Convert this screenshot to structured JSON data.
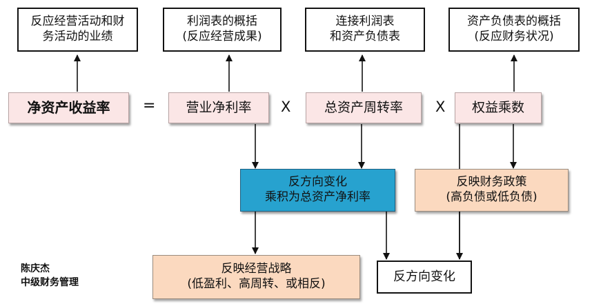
{
  "top_boxes": {
    "roe_desc": [
      "反应经营活动和财",
      "务活动的业绩"
    ],
    "margin_desc": [
      "利润表的概括",
      "(反应经营成果)"
    ],
    "turnover_desc": [
      "连接利润表",
      "和资产负债表"
    ],
    "multiplier_desc": [
      "资产负债表的概括",
      "(反应财务状况)"
    ]
  },
  "formula": {
    "roe": "净资产收益率",
    "equals": "=",
    "margin": "营业净利率",
    "times1": "X",
    "turnover": "总资产周转率",
    "times2": "X",
    "multiplier": "权益乘数"
  },
  "middle": {
    "inverse_product": [
      "反方向变化",
      "乘积为总资产净利率"
    ],
    "financial_policy": [
      "反映财务政策",
      "(高负债或低负债)"
    ]
  },
  "bottom": {
    "strategy": [
      "反映经营战略",
      "(低盈利、高周转、或相反)"
    ],
    "inverse": "反方向变化"
  },
  "author": [
    "陈庆杰",
    "中级财务管理"
  ]
}
